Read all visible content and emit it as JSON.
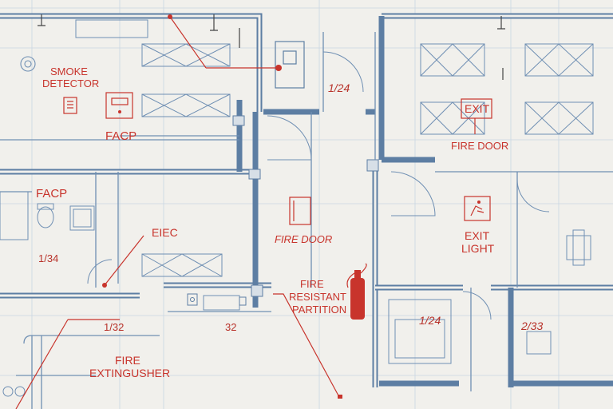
{
  "labels": {
    "smoke_detector_1": "SMOKE",
    "smoke_detector_2": "DETECTOR",
    "facp_top": "FACP",
    "facp_left": "FACP",
    "eiec": "EIEC",
    "fire_door_center": "FIRE DOOR",
    "fire_door_right": "FIRE DOOR",
    "exit_sign": "EXIT",
    "exit_light_1": "EXIT",
    "exit_light_2": "LIGHT",
    "fire_resistant_1": "FIRE",
    "fire_resistant_2": "RESISTANT",
    "fire_resistant_3": "PARTITION",
    "fire_extinguisher_1": "FIRE",
    "fire_extinguisher_2": "EXTINGUSHER"
  },
  "dimensions": {
    "d1": "1/24",
    "d2": "1/34",
    "d3": "1/32",
    "d4": "32",
    "d5": "1/24",
    "d6": "2/33"
  },
  "colors": {
    "annotation": "#c8342c",
    "wall": "#5d7ea3",
    "paper": "#f1f0ec"
  }
}
